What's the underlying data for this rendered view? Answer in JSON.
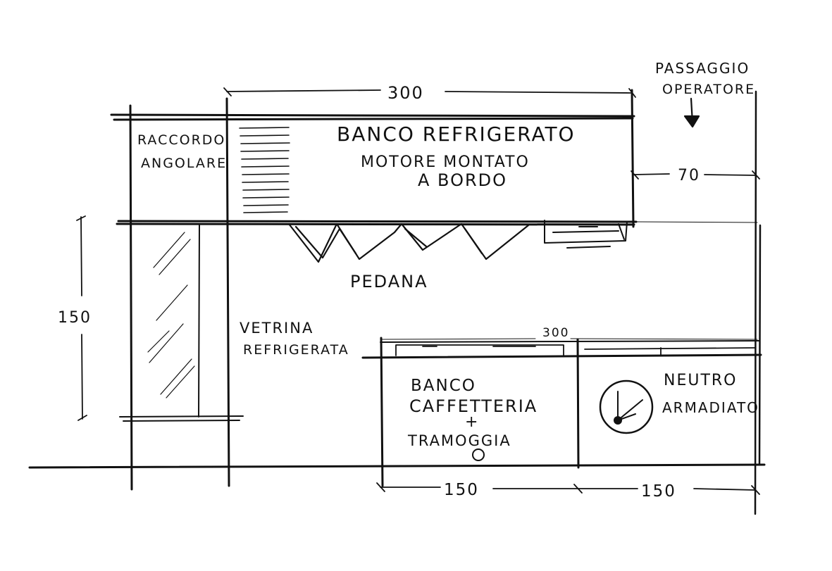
{
  "labels": {
    "raccordo_1": "RACCORDO",
    "raccordo_2": "ANGOLARE",
    "banco_refrigerato": "BANCO REFRIGERATO",
    "motore_1": "MOTORE MONTATO",
    "motore_2": "A BORDO",
    "passaggio_1": "PASSAGGIO",
    "passaggio_2": "OPERATORE",
    "pedana": "PEDANA",
    "vetrina_1": "VETRINA",
    "vetrina_2": "REFRIGERATA",
    "caffetteria_1": "BANCO",
    "caffetteria_2": "CAFFETTERIA",
    "caffetteria_plus": "+",
    "caffetteria_3": "TRAMOGGIA",
    "neutro_1": "NEUTRO",
    "neutro_2": "ARMADIATO"
  },
  "dimensions": {
    "top_width": "300",
    "passage_width": "70",
    "left_height": "150",
    "bottom_width": "300",
    "bottom_left": "150",
    "bottom_right": "150"
  },
  "colors": {
    "ink": "#111111",
    "paper": "#ffffff"
  }
}
